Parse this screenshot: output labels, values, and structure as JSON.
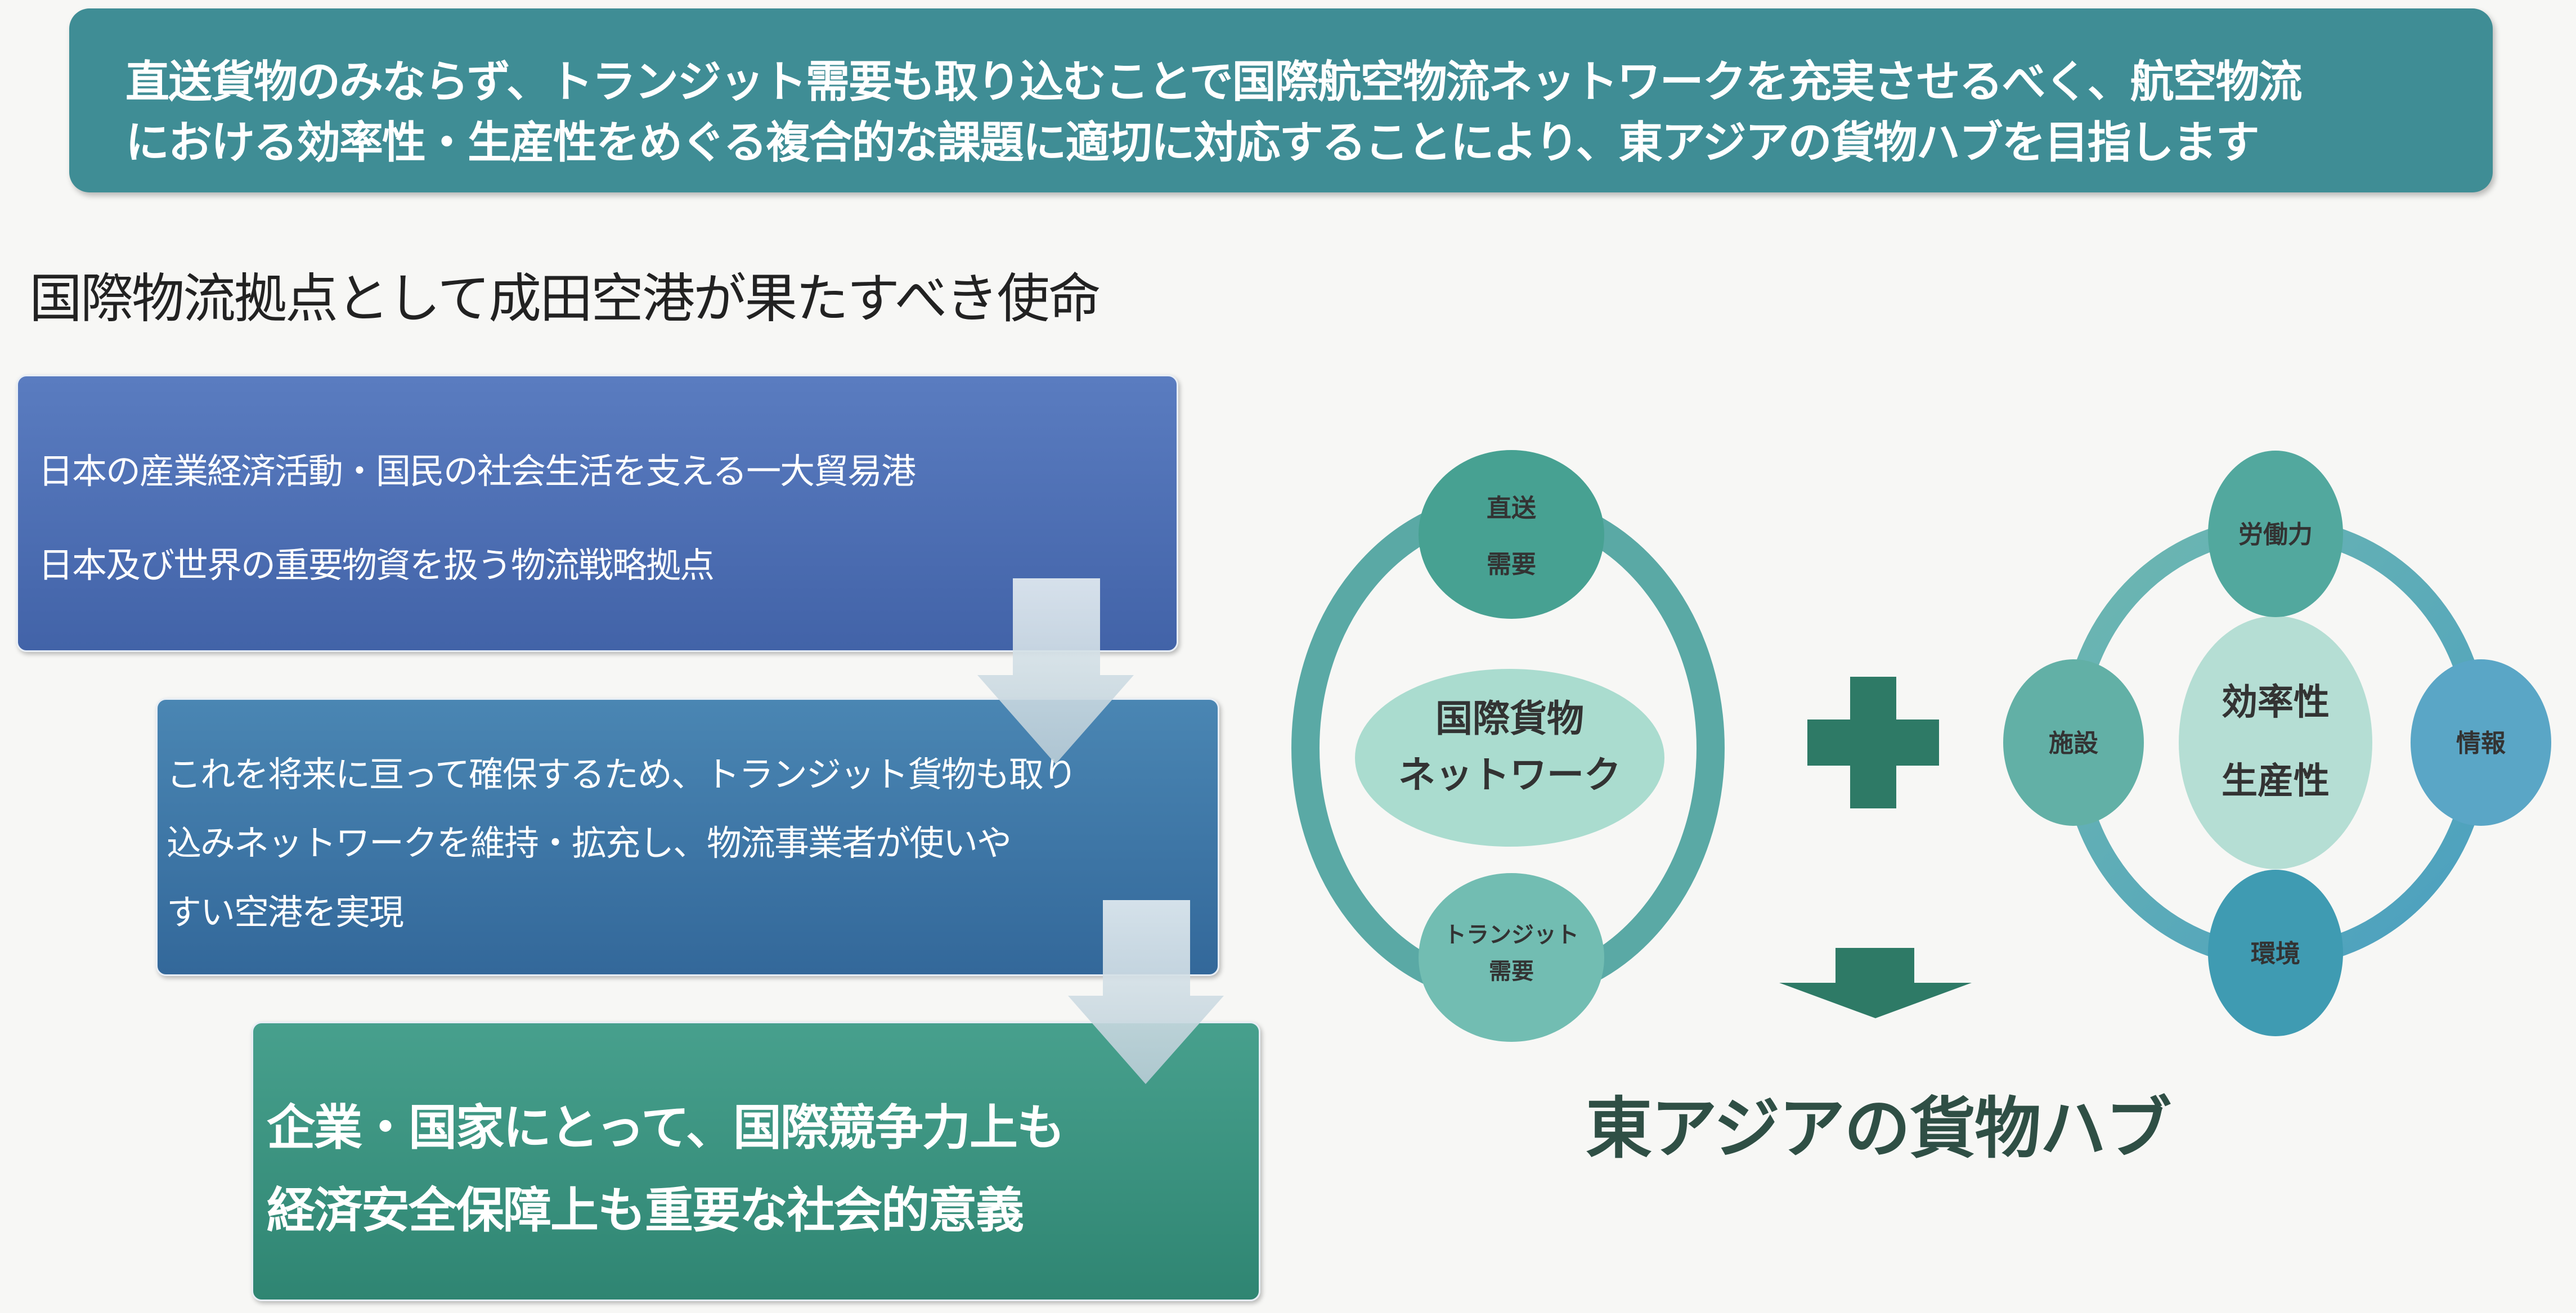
{
  "banner": {
    "line1": "直送貨物のみならず、トランジット需要も取り込むことで国際航空物流ネットワークを充実させるべく、航空物流",
    "line2": "における効率性・生産性をめぐる複合的な課題に適切に対応することにより、東アジアの貨物ハブを目指します"
  },
  "subtitle": "国際物流拠点として成田空港が果たすべき使命",
  "steps": [
    {
      "lines": [
        "日本の産業経済活動・国民の社会生活を支える一大貿易港",
        "日本及び世界の重要物資を扱う物流戦略拠点"
      ]
    },
    {
      "lines": [
        "これを将来に亘って確保するため、トランジット貨物も取り",
        "込みネットワークを維持・拡充し、物流事業者が使いや",
        "すい空港を実現"
      ]
    },
    {
      "lines": [
        "企業・国家にとって、国際競争力上も",
        "経済安全保障上も重要な社会的意義"
      ]
    }
  ],
  "network": {
    "center": [
      "国際貨物",
      "ネットワーク"
    ],
    "top": [
      "直送",
      "需要"
    ],
    "bottom": [
      "トランジット",
      "需要"
    ]
  },
  "efficiency": {
    "center": [
      "効率性",
      "生産性"
    ],
    "top": "労働力",
    "left": "施設",
    "right": "情報",
    "bottom": "環境"
  },
  "result": "東アジアの貨物ハブ",
  "colors": {
    "banner": "#3f8d95",
    "plus": "#2e7a66",
    "ring": "#5aa9a5"
  }
}
